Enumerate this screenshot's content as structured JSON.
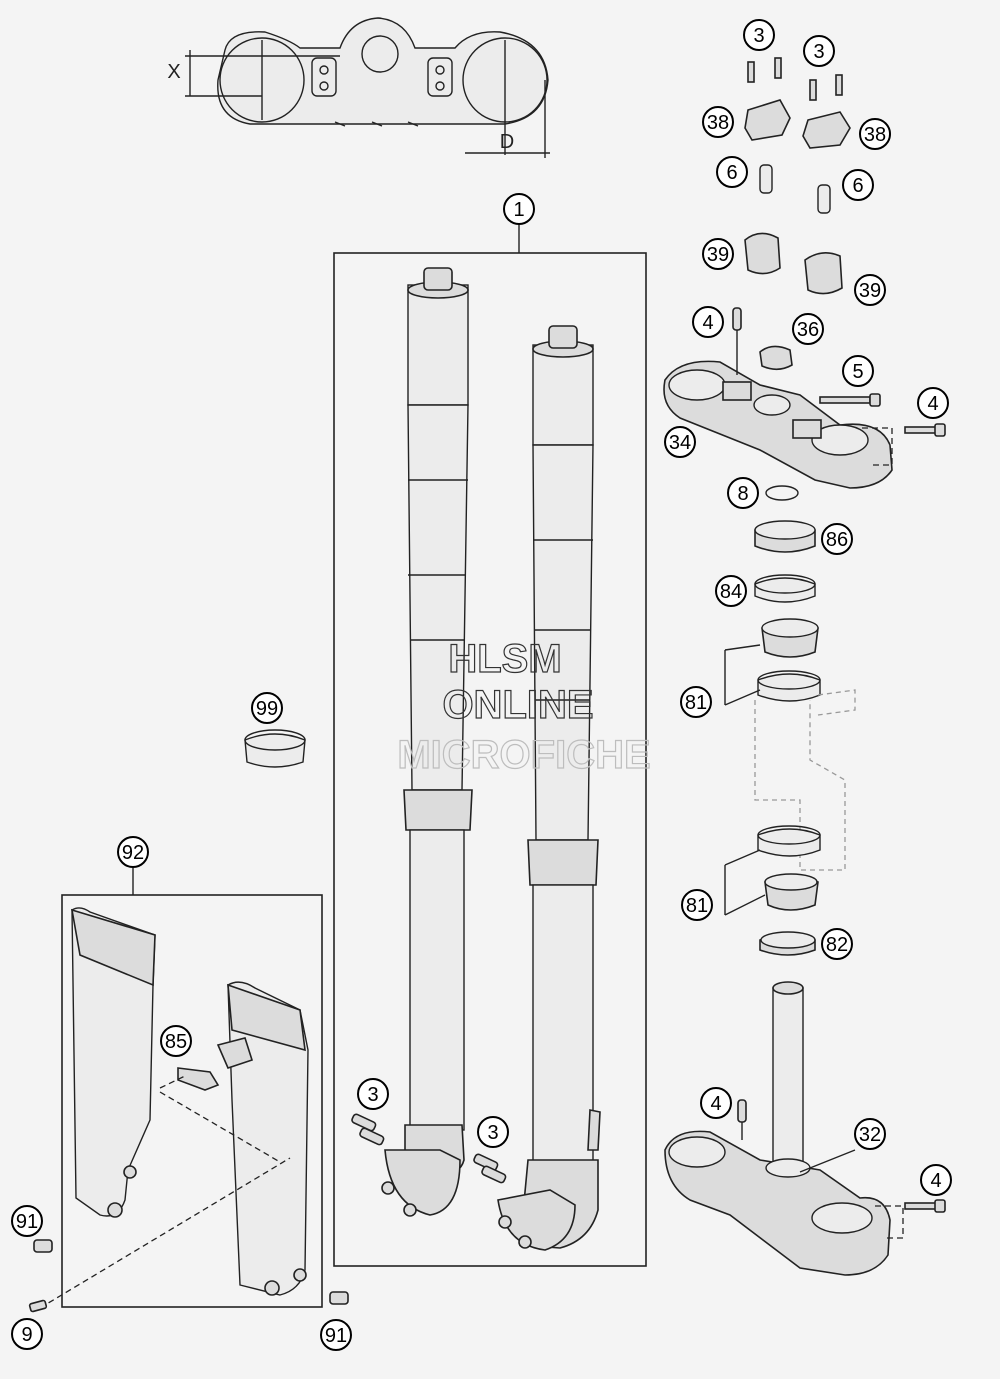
{
  "dimension_labels": {
    "x": "X",
    "d": "D"
  },
  "watermark": {
    "line1": "HLSM",
    "line2": "ONLINE",
    "line3": "MICROFICHE"
  },
  "callouts": [
    {
      "id": "c-1",
      "label": "1"
    },
    {
      "id": "c-3a",
      "label": "3"
    },
    {
      "id": "c-3b",
      "label": "3"
    },
    {
      "id": "c-38a",
      "label": "38"
    },
    {
      "id": "c-38b",
      "label": "38"
    },
    {
      "id": "c-6a",
      "label": "6"
    },
    {
      "id": "c-6b",
      "label": "6"
    },
    {
      "id": "c-39a",
      "label": "39"
    },
    {
      "id": "c-39b",
      "label": "39"
    },
    {
      "id": "c-4a",
      "label": "4"
    },
    {
      "id": "c-36",
      "label": "36"
    },
    {
      "id": "c-5",
      "label": "5"
    },
    {
      "id": "c-4b",
      "label": "4"
    },
    {
      "id": "c-34",
      "label": "34"
    },
    {
      "id": "c-8",
      "label": "8"
    },
    {
      "id": "c-86",
      "label": "86"
    },
    {
      "id": "c-84",
      "label": "84"
    },
    {
      "id": "c-81a",
      "label": "81"
    },
    {
      "id": "c-81b",
      "label": "81"
    },
    {
      "id": "c-82",
      "label": "82"
    },
    {
      "id": "c-99",
      "label": "99"
    },
    {
      "id": "c-92",
      "label": "92"
    },
    {
      "id": "c-85",
      "label": "85"
    },
    {
      "id": "c-91a",
      "label": "91"
    },
    {
      "id": "c-9",
      "label": "9"
    },
    {
      "id": "c-91b",
      "label": "91"
    },
    {
      "id": "c-3c",
      "label": "3"
    },
    {
      "id": "c-3d",
      "label": "3"
    },
    {
      "id": "c-4c",
      "label": "4"
    },
    {
      "id": "c-32",
      "label": "32"
    },
    {
      "id": "c-4d",
      "label": "4"
    }
  ]
}
